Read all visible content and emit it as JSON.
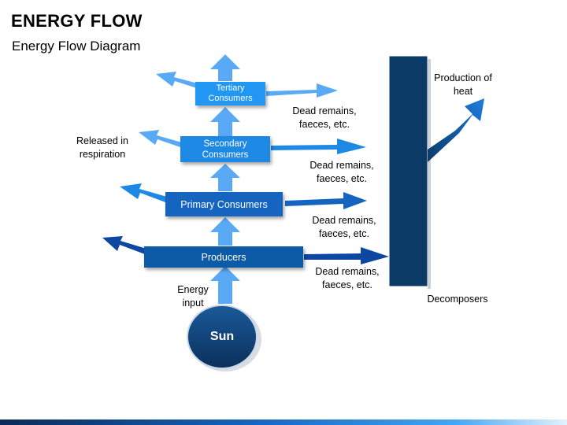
{
  "title": "ENERGY FLOW",
  "subtitle": "Energy Flow Diagram",
  "colors": {
    "box_tertiary": "#2196f3",
    "box_secondary": "#1e88e5",
    "box_primary": "#1565c0",
    "box_producers": "#0d5aa7",
    "arrow_light": "#5aa9f5",
    "arrow_dark": "#0d47a1",
    "decomposer_bar": "#0b3a66",
    "sun": "#0f3f73"
  },
  "levels": {
    "tertiary": "Tertiary Consumers",
    "secondary": "Secondary Consumers",
    "primary": "Primary Consumers",
    "producers": "Producers"
  },
  "sun": "Sun",
  "energy_input": "Energy input",
  "released_in_respiration": "Released in respiration",
  "dead_remains": [
    "Dead remains, faeces, etc.",
    "Dead remains, faeces, etc.",
    "Dead remains, faeces, etc.",
    "Dead remains, faeces, etc."
  ],
  "production_of_heat": "Production of heat",
  "decomposers": "Decomposers"
}
